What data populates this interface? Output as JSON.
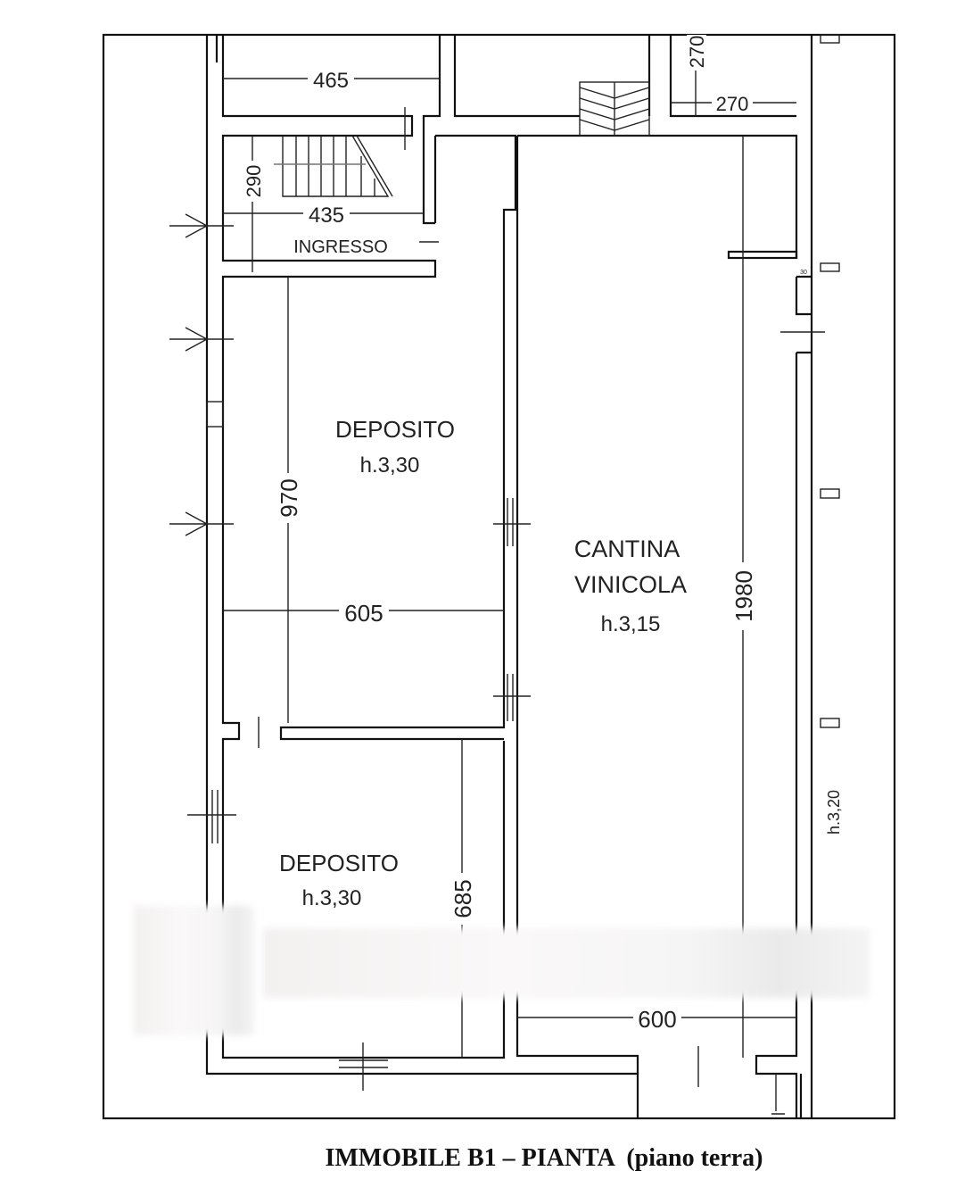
{
  "plan": {
    "rooms": [
      {
        "name": "INGRESSO"
      },
      {
        "name": "DEPOSITO",
        "height": "h.3,30"
      },
      {
        "name_line1": "CANTINA",
        "name_line2": "VINICOLA",
        "height": "h.3,15"
      },
      {
        "name": "DEPOSITO",
        "height": "h.3,30"
      }
    ],
    "corridor_height": "h.3,20",
    "dimensions": {
      "d465": "465",
      "d435": "435",
      "d290": "290",
      "d970": "970",
      "d605": "605",
      "d685": "685",
      "d600": "600",
      "d1980": "1980",
      "d270v": "270",
      "d270h": "270",
      "d30": "30"
    }
  },
  "caption": "IMMOBILE B1 – PIANTA  (piano terra)"
}
